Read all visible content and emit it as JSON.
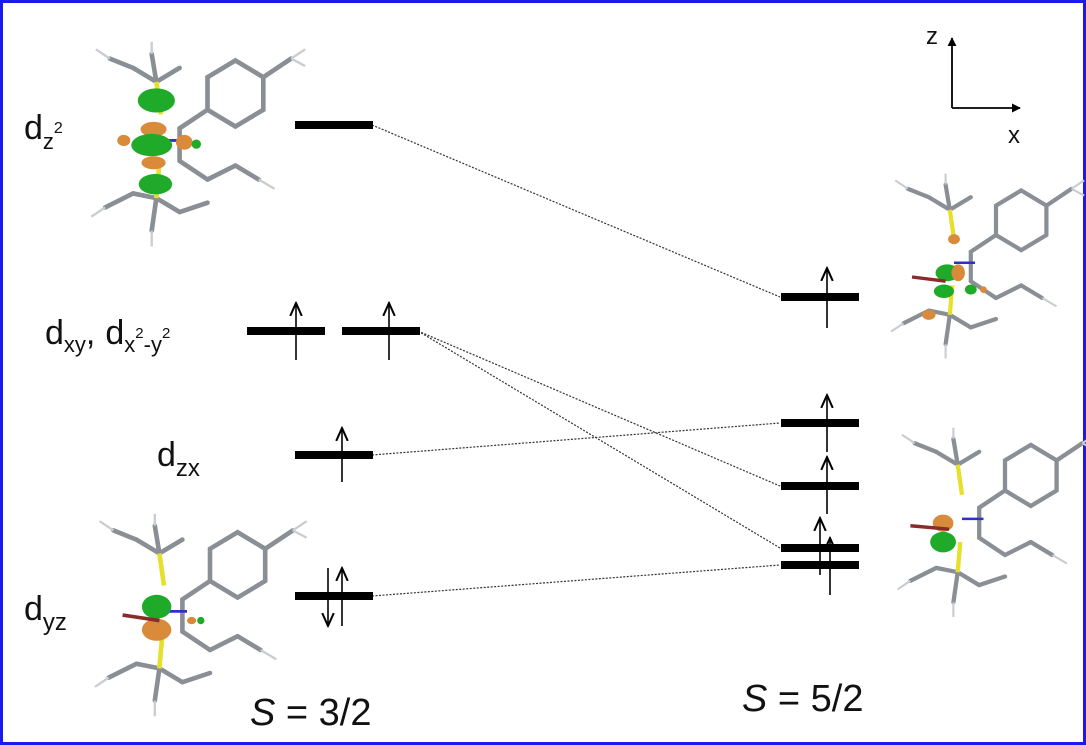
{
  "frame_color": "#1a1aee",
  "left_labels": {
    "dz2": {
      "base": "d",
      "sub": "z",
      "sup": "2"
    },
    "dxy": {
      "base": "d",
      "sub": "xy",
      "sep": ","
    },
    "dx2y2": {
      "base": "d",
      "sub_a": "x",
      "sup_a": "2",
      "mid": "-",
      "sub_b": "y",
      "sup_b": "2"
    },
    "dzx": {
      "base": "d",
      "sub": "zx"
    },
    "dyz": {
      "base": "d",
      "sub": "yz"
    }
  },
  "spin_labels": {
    "left": {
      "var": "S",
      "eq": " = 3/2"
    },
    "right": {
      "var": "S",
      "eq": " = 5/2"
    }
  },
  "axes": {
    "z": "z",
    "x": "x"
  },
  "icons": [
    "molecule-orbital-dz2-image",
    "molecule-orbital-dyz-image",
    "molecule-orbital-right-upper-image",
    "molecule-orbital-right-lower-image",
    "spin-up-arrow-icon",
    "spin-down-arrow-icon"
  ],
  "colors": {
    "orbital_green": "#1faa2a",
    "orbital_orange": "#d98a3a",
    "sulfur_yellow": "#e6e02a",
    "bond_gray": "#8a8f96",
    "level_black": "#000000"
  }
}
